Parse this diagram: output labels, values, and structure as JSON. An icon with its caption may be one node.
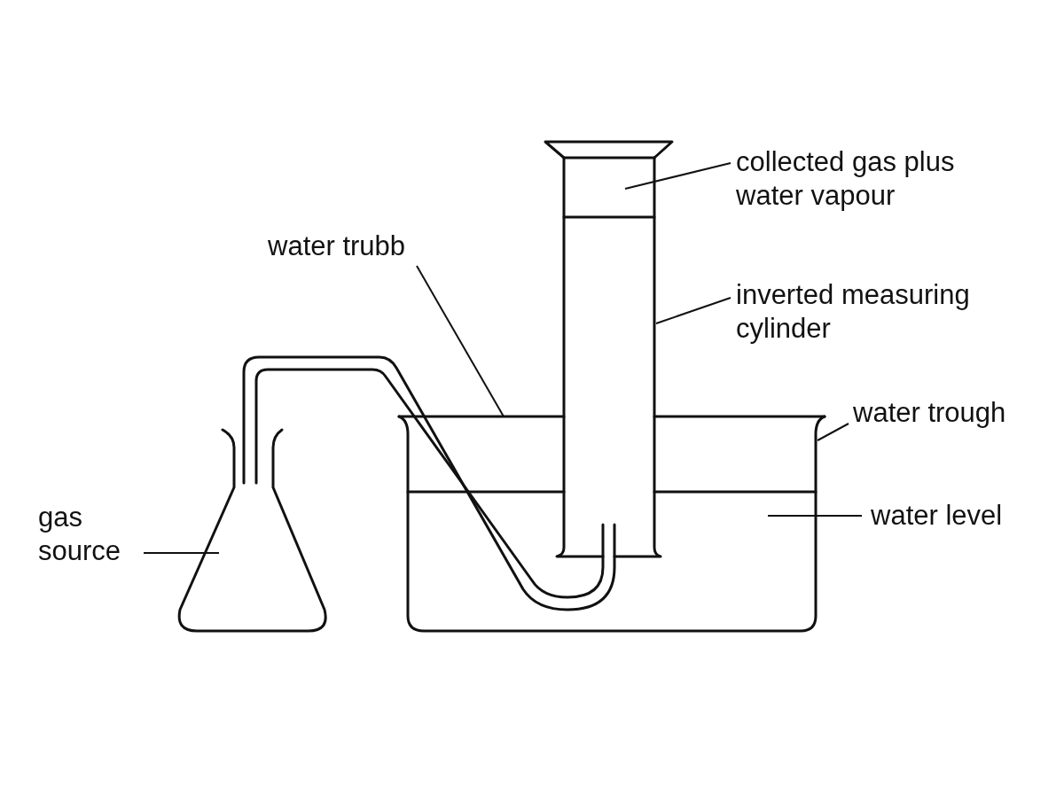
{
  "diagram": {
    "nodes": [
      {
        "text": [
          "collected gas plus water vapour"
        ]
      },
      {
        "text": [
          "water trubb"
        ]
      },
      {
        "text": [
          "inverted measuring cylinder"
        ]
      },
      {
        "text": [
          "water trough"
        ]
      },
      {
        "text": [
          "gas source"
        ]
      },
      {
        "text": [
          "water level"
        ]
      }
    ],
    "edges": [
      {
        "from": 0,
        "to": null,
        "arrow": "none"
      },
      {
        "from": 1,
        "to": null,
        "arrow": "none"
      },
      {
        "from": 2,
        "to": null,
        "arrow": "none"
      },
      {
        "from": 3,
        "to": null,
        "arrow": "none"
      },
      {
        "from": 4,
        "to": null,
        "arrow": "none"
      },
      {
        "from": 5,
        "to": null,
        "arrow": "none"
      }
    ]
  }
}
